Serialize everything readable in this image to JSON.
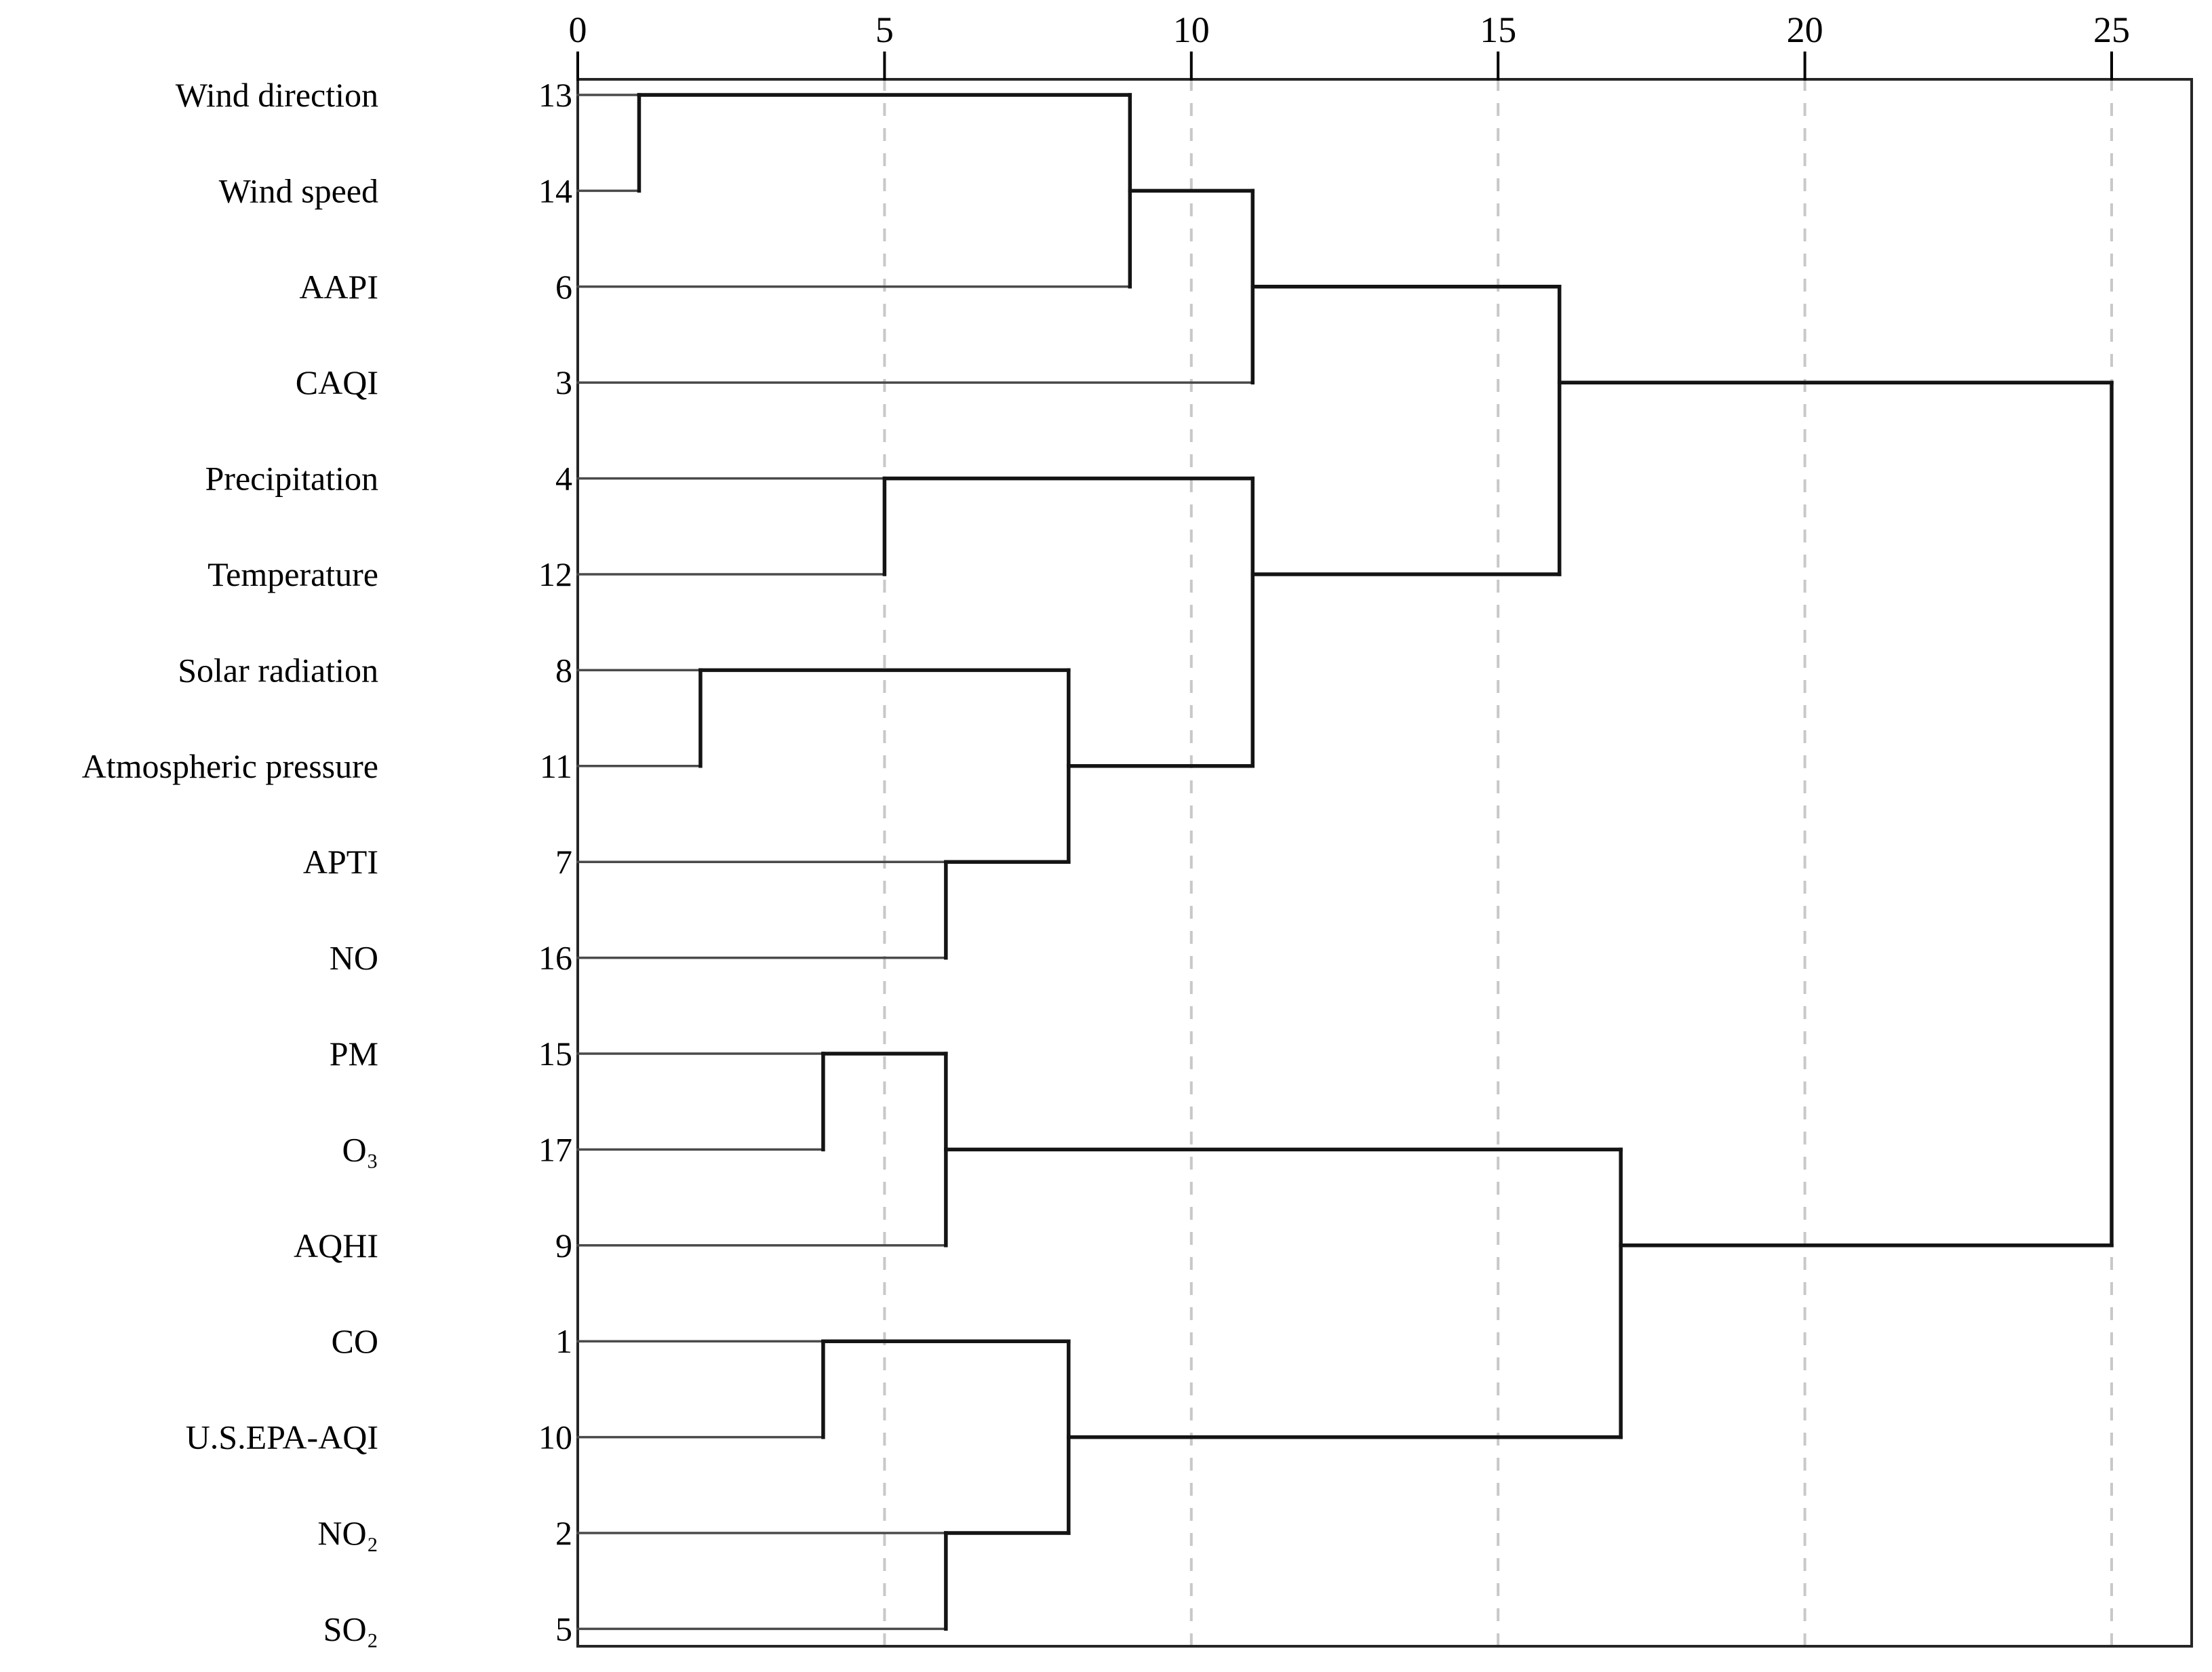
{
  "chart_data": {
    "type": "dendrogram",
    "title": "",
    "orientation": "horizontal",
    "linkage_note": "hierarchical cluster dendrogram, rescaled distance cluster combine",
    "x_axis": {
      "label": "",
      "position": "top",
      "range": [
        0,
        25
      ],
      "ticks": [
        0,
        5,
        10,
        15,
        20,
        25
      ],
      "gridlines": [
        5,
        10,
        15,
        20,
        25
      ],
      "gridline_style": "dashed",
      "grid_on": true
    },
    "leaves": [
      {
        "label": "Wind direction",
        "case": "13",
        "row": 0,
        "merge_distance": 1
      },
      {
        "label": "Wind speed",
        "case": "14",
        "row": 1,
        "merge_distance": 1
      },
      {
        "label": "AAPI",
        "case": "6",
        "row": 2,
        "merge_distance": 9
      },
      {
        "label": "CAQI",
        "case": "3",
        "row": 3,
        "merge_distance": 11
      },
      {
        "label": "Precipitation",
        "case": "4",
        "row": 4,
        "merge_distance": 5
      },
      {
        "label": "Temperature",
        "case": "12",
        "row": 5,
        "merge_distance": 5
      },
      {
        "label": "Solar radiation",
        "case": "8",
        "row": 6,
        "merge_distance": 2
      },
      {
        "label": "Atmospheric pressure",
        "case": "11",
        "row": 7,
        "merge_distance": 2
      },
      {
        "label": "APTI",
        "case": "7",
        "row": 8,
        "merge_distance": 6
      },
      {
        "label": "NO",
        "case": "16",
        "row": 9,
        "merge_distance": 6
      },
      {
        "label": "PM",
        "case": "15",
        "row": 10,
        "merge_distance": 4
      },
      {
        "label": "O₃",
        "case": "17",
        "row": 11,
        "merge_distance": 4
      },
      {
        "label": "AQHI",
        "case": "9",
        "row": 12,
        "merge_distance": 6
      },
      {
        "label": "CO",
        "case": "1",
        "row": 13,
        "merge_distance": 4
      },
      {
        "label": "U.S.EPA-AQI",
        "case": "10",
        "row": 14,
        "merge_distance": 4
      },
      {
        "label": "NO₂",
        "case": "2",
        "row": 15,
        "merge_distance": 6
      },
      {
        "label": "SO₂",
        "case": "5",
        "row": 16,
        "merge_distance": 6
      }
    ],
    "merges": [
      {
        "members": "13+14",
        "distance": 1,
        "top_row": 0,
        "bottom_row": 1,
        "out_row": 0,
        "next_distance": 9
      },
      {
        "members": "(13,14)+6",
        "distance": 9,
        "top_row": 0,
        "bottom_row": 2,
        "out_row": 1,
        "next_distance": 11
      },
      {
        "members": "(13,14,6)+3",
        "distance": 11,
        "top_row": 1,
        "bottom_row": 3,
        "out_row": 2,
        "next_distance": 16
      },
      {
        "members": "4+12",
        "distance": 5,
        "top_row": 4,
        "bottom_row": 5,
        "out_row": 4,
        "next_distance": 11
      },
      {
        "members": "8+11",
        "distance": 2,
        "top_row": 6,
        "bottom_row": 7,
        "out_row": 6,
        "next_distance": 8
      },
      {
        "members": "7+16",
        "distance": 6,
        "top_row": 8,
        "bottom_row": 9,
        "out_row": 8,
        "next_distance": 8
      },
      {
        "members": "(8,11)+(7,16)",
        "distance": 8,
        "top_row": 6,
        "bottom_row": 8,
        "out_row": 7,
        "next_distance": 11
      },
      {
        "members": "(4,12)+(8,11,7,16)",
        "distance": 11,
        "top_row": 4,
        "bottom_row": 7,
        "out_row": 5,
        "next_distance": 16
      },
      {
        "members": "top-half join",
        "distance": 16,
        "top_row": 2,
        "bottom_row": 5,
        "out_row": 3,
        "next_distance": 25
      },
      {
        "members": "15+17",
        "distance": 4,
        "top_row": 10,
        "bottom_row": 11,
        "out_row": 10,
        "next_distance": 6
      },
      {
        "members": "(15,17)+9",
        "distance": 6,
        "top_row": 10,
        "bottom_row": 12,
        "out_row": 11,
        "next_distance": 17
      },
      {
        "members": "1+10",
        "distance": 4,
        "top_row": 13,
        "bottom_row": 14,
        "out_row": 13,
        "next_distance": 8
      },
      {
        "members": "2+5",
        "distance": 6,
        "top_row": 15,
        "bottom_row": 16,
        "out_row": 15,
        "next_distance": 8
      },
      {
        "members": "(1,10)+(2,5)",
        "distance": 8,
        "top_row": 13,
        "bottom_row": 15,
        "out_row": 14,
        "next_distance": 17
      },
      {
        "members": "bottom-half join",
        "distance": 17,
        "top_row": 11,
        "bottom_row": 14,
        "out_row": 12,
        "next_distance": 25
      },
      {
        "members": "root",
        "distance": 25,
        "top_row": 3,
        "bottom_row": 12,
        "out_row": null,
        "next_distance": null
      }
    ],
    "colors": {
      "background": "#ffffff",
      "leaf_line": "#4a4a4a",
      "cluster_line": "#141414",
      "frame": "#262626",
      "gridline": "#c8c8c8",
      "text": "#000000"
    }
  }
}
